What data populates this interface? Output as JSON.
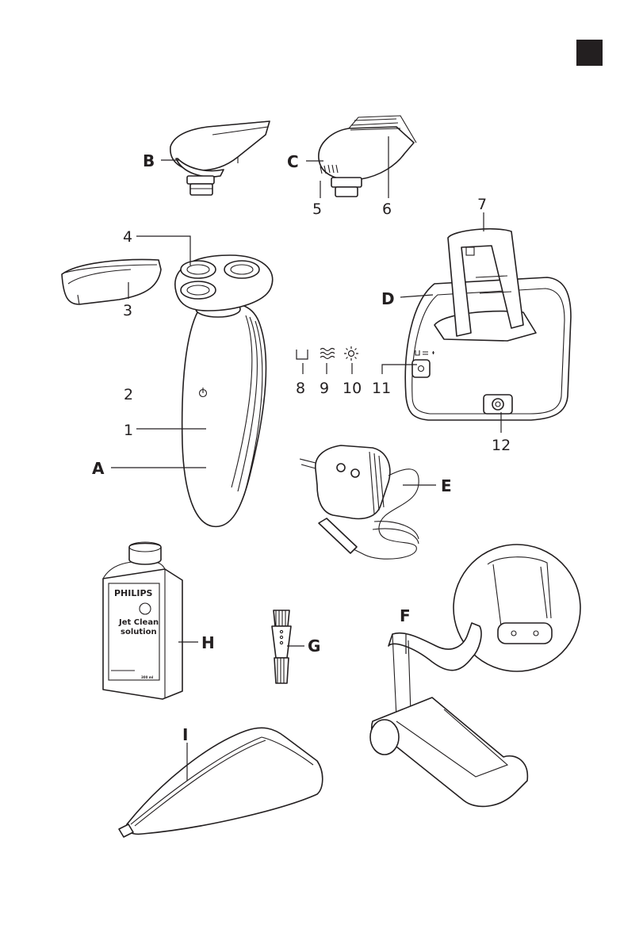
{
  "callouts": {
    "A": "A",
    "B": "B",
    "C": "C",
    "D": "D",
    "E": "E",
    "F": "F",
    "G": "G",
    "H": "H",
    "I": "I",
    "n1": "1",
    "n2": "2",
    "n3": "3",
    "n4": "4",
    "n5": "5",
    "n6": "6",
    "n7": "7",
    "n8": "8",
    "n9": "9",
    "n10": "10",
    "n11": "11",
    "n12": "12"
  },
  "bottle": {
    "brand": "PHILIPS",
    "line1": "Jet Clean",
    "line2": "solution",
    "volume": "300 ml"
  },
  "icons": [
    "power-icon",
    "cup-icon",
    "waves-icon",
    "sun-icon"
  ],
  "colors": {
    "ink": "#231f20",
    "tab": "#231f20",
    "background": "#ffffff"
  }
}
